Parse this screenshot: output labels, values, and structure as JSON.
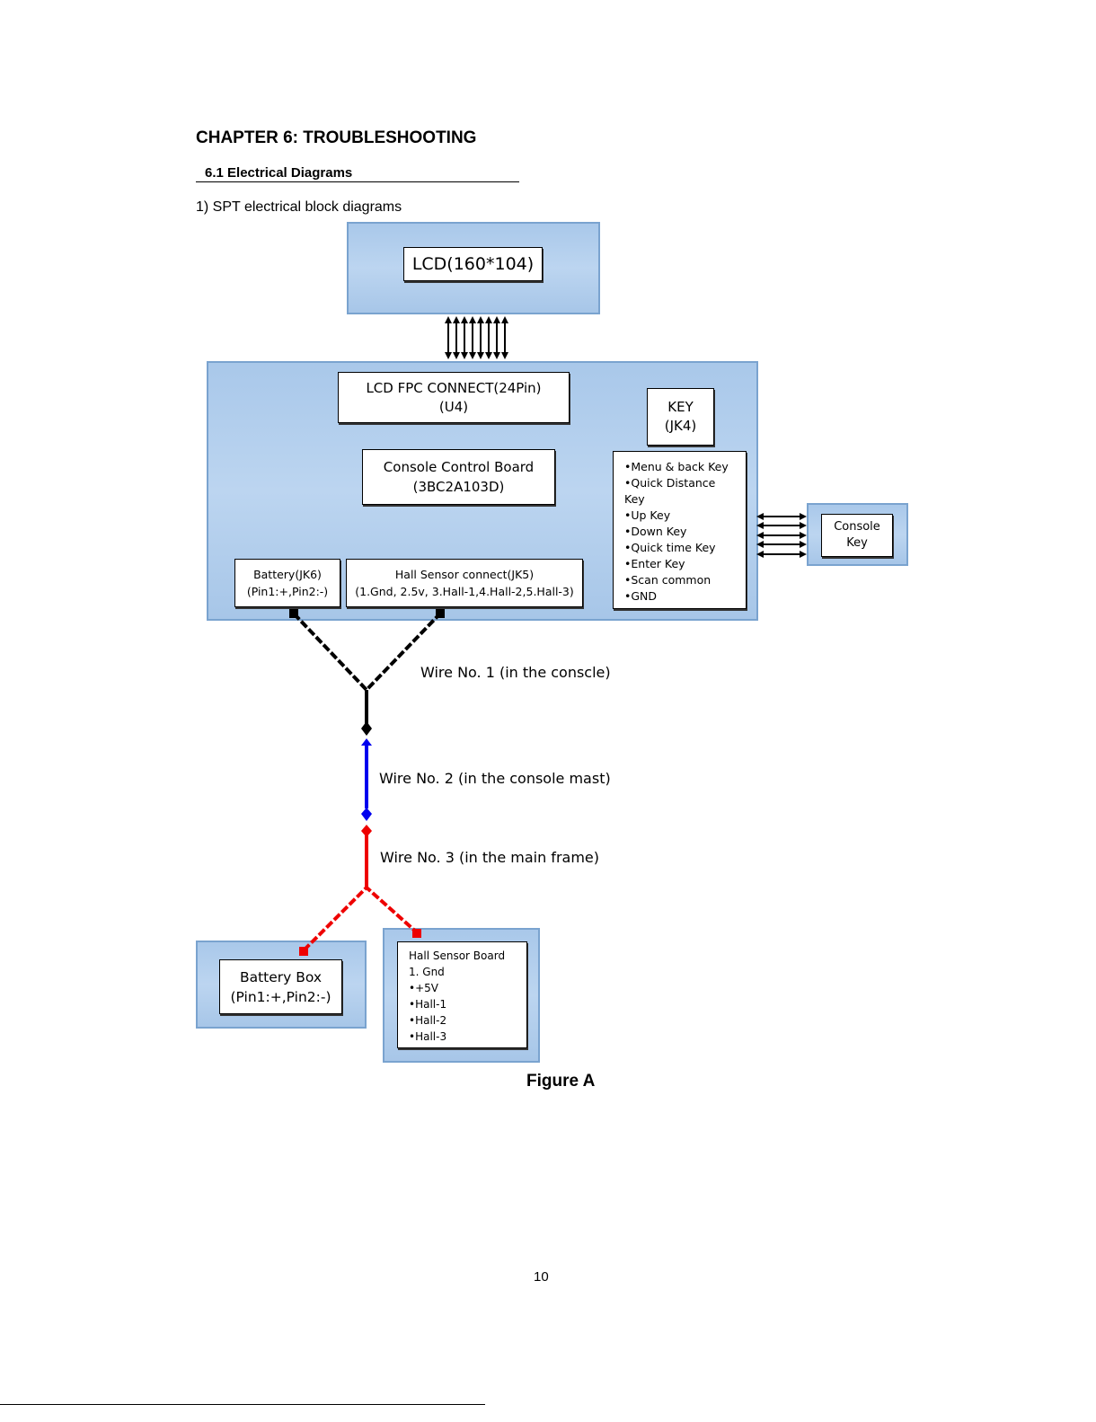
{
  "header": {
    "chapter": "CHAPTER 6: TROUBLESHOOTING",
    "section": "6.1 Electrical Diagrams",
    "intro": "1) SPT electrical block diagrams"
  },
  "diagram": {
    "lcd": "LCD(160*104)",
    "fpc": {
      "line1": "LCD FPC CONNECT(24Pin)",
      "line2": "(U4)"
    },
    "control_board": {
      "line1": "Console Control Board",
      "line2": "(3BC2A103D)"
    },
    "key_header": {
      "line1": "KEY",
      "line2": "(JK4)"
    },
    "key_list": [
      "•Menu & back Key",
      "•Quick Distance",
      "Key",
      "•Up Key",
      "•Down Key",
      "•Quick time Key",
      "•Enter Key",
      "•Scan common",
      "•GND"
    ],
    "console_key": {
      "line1": "Console",
      "line2": "Key"
    },
    "battery_jk6": {
      "line1": "Battery(JK6)",
      "line2": "(Pin1:+,Pin2:-)"
    },
    "hall_jk5": {
      "line1": "Hall Sensor connect(JK5)",
      "line2": "(1.Gnd, 2.5v, 3.Hall-1,4.Hall-2,5.Hall-3)"
    },
    "wire1": "Wire No. 1 (in the conscle)",
    "wire2": "Wire No. 2 (in the console mast)",
    "wire3": "Wire No. 3 (in the main frame)",
    "battery_box": {
      "line1": "Battery Box",
      "line2": "(Pin1:+,Pin2:-)"
    },
    "hall_board": {
      "title": "Hall Sensor Board",
      "items": [
        "1. Gnd",
        "•+5V",
        "•Hall-1",
        "•Hall-2",
        "•Hall-3"
      ]
    },
    "colors": {
      "panel": "#b3cfee",
      "wire1": "#000000",
      "wire2": "#0000ee",
      "wire3": "#ee0000"
    }
  },
  "figure_caption": "Figure A",
  "page_number": "10"
}
